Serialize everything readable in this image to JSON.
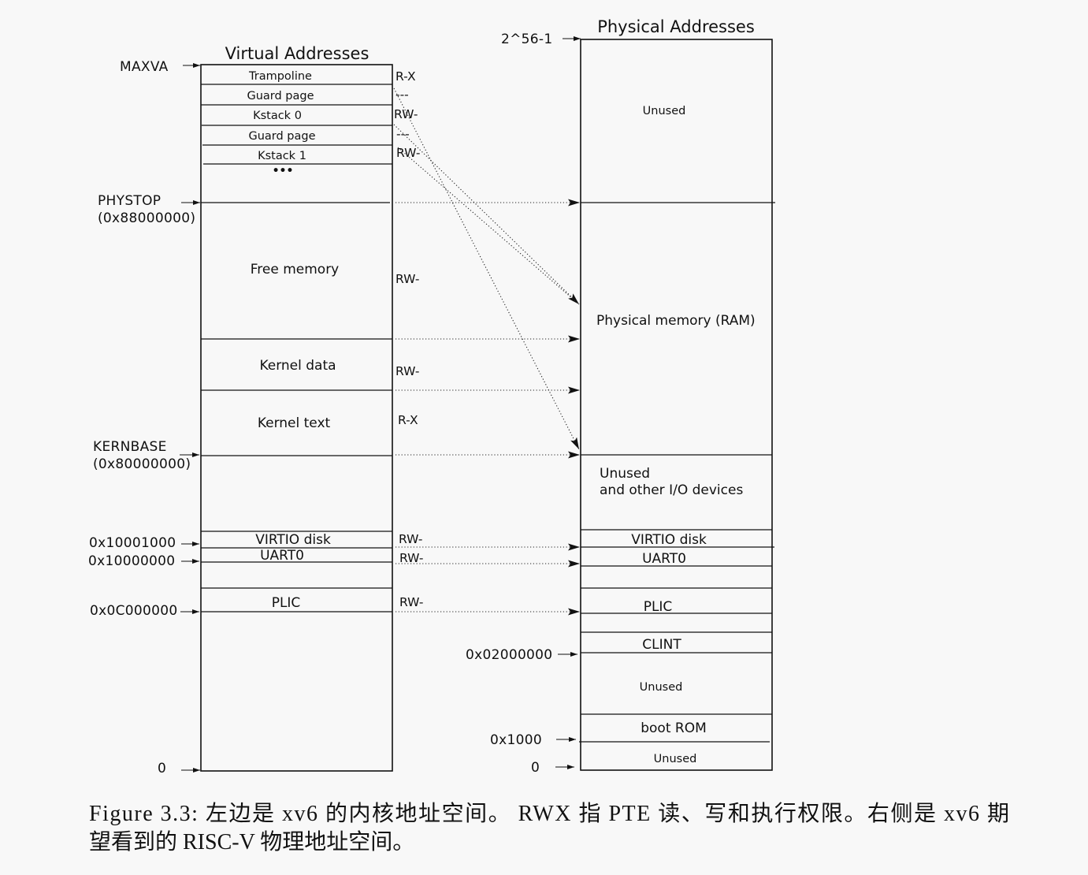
{
  "colors": {
    "background": "#f8f8f8",
    "ink": "#111111"
  },
  "virtual": {
    "title": "Virtual Addresses",
    "regions": {
      "trampoline": "Trampoline",
      "guard_page_1": "Guard page",
      "kstack_0": "Kstack 0",
      "guard_page_2": "Guard page",
      "kstack_1": "Kstack 1",
      "ellipsis": "•••",
      "free_memory": "Free memory",
      "kernel_data": "Kernel data",
      "kernel_text": "Kernel text",
      "virtio_disk": "VIRTIO disk",
      "uart0": "UART0",
      "plic": "PLIC"
    },
    "permissions": {
      "trampoline": "R-X",
      "guard_page_1": "---",
      "kstack_0": "RW-",
      "guard_page_2": "---",
      "kstack_1": "RW-",
      "free_memory": "RW-",
      "kernel_data": "RW-",
      "kernel_text": "R-X",
      "virtio_disk": "RW-",
      "uart0": "RW-",
      "plic": "RW-"
    },
    "addresses": {
      "maxva": "MAXVA",
      "phystop": "PHYSTOP",
      "phystop_value": "(0x88000000)",
      "kernbase": "KERNBASE",
      "kernbase_value": "(0x80000000)",
      "virtio": "0x10001000",
      "uart": "0x10000000",
      "plic": "0x0C000000",
      "zero": "0"
    }
  },
  "physical": {
    "title": "Physical Addresses",
    "regions": {
      "unused_top": "Unused",
      "ram": "Physical memory (RAM)",
      "unused_io_1": "Unused",
      "unused_io_2": "and other I/O devices",
      "virtio_disk": "VIRTIO disk",
      "uart0": "UART0",
      "plic": "PLIC",
      "clint": "CLINT",
      "unused_mid": "Unused",
      "boot_rom": "boot ROM",
      "unused_bottom": "Unused"
    },
    "addresses": {
      "top": "2^56-1",
      "clint": "0x02000000",
      "boot_rom": "0x1000",
      "zero": "0"
    }
  },
  "caption": {
    "line1": "Figure 3.3: 左边是 xv6 的内核地址空间。 RWX 指 PTE 读、写和执行权限。右侧是 xv6 期",
    "line2": "望看到的 RISC-V 物理地址空间。"
  }
}
